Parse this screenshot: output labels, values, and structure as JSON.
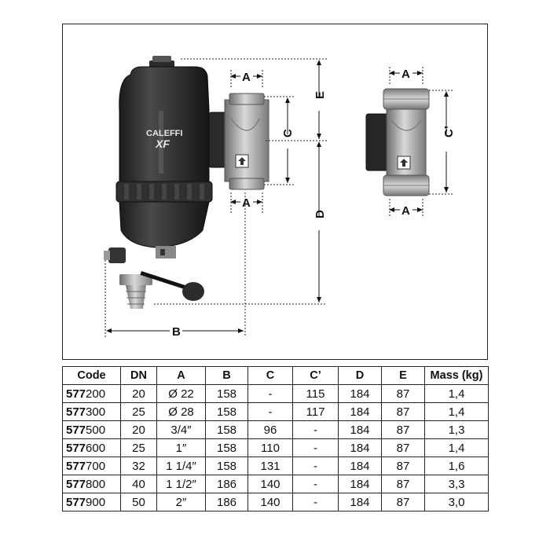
{
  "drawing": {
    "brand": "CALEFFI",
    "model": "XF",
    "labels": {
      "a_top": "A",
      "a_bottom": "A",
      "a_right_top": "A",
      "a_right_bottom": "A",
      "b": "B",
      "c": "C",
      "c_prime": "C’",
      "d": "D",
      "e": "E"
    }
  },
  "table": {
    "headers": [
      "Code",
      "DN",
      "A",
      "B",
      "C",
      "C’",
      "D",
      "E",
      "Mass (kg)"
    ],
    "rows": [
      {
        "code_prefix": "577",
        "code_suffix": "200",
        "dn": "20",
        "a": "Ø 22",
        "b": "158",
        "c": "-",
        "c_prime": "115",
        "d": "184",
        "e": "87",
        "mass": "1,4"
      },
      {
        "code_prefix": "577",
        "code_suffix": "300",
        "dn": "25",
        "a": "Ø 28",
        "b": "158",
        "c": "-",
        "c_prime": "117",
        "d": "184",
        "e": "87",
        "mass": "1,4"
      },
      {
        "code_prefix": "577",
        "code_suffix": "500",
        "dn": "20",
        "a": "3/4″",
        "b": "158",
        "c": "96",
        "c_prime": "-",
        "d": "184",
        "e": "87",
        "mass": "1,3"
      },
      {
        "code_prefix": "577",
        "code_suffix": "600",
        "dn": "25",
        "a": "1″",
        "b": "158",
        "c": "110",
        "c_prime": "-",
        "d": "184",
        "e": "87",
        "mass": "1,4"
      },
      {
        "code_prefix": "577",
        "code_suffix": "700",
        "dn": "32",
        "a": "1 1/4″",
        "b": "158",
        "c": "131",
        "c_prime": "-",
        "d": "184",
        "e": "87",
        "mass": "1,6"
      },
      {
        "code_prefix": "577",
        "code_suffix": "800",
        "dn": "40",
        "a": "1 1/2″",
        "b": "186",
        "c": "140",
        "c_prime": "-",
        "d": "184",
        "e": "87",
        "mass": "3,3"
      },
      {
        "code_prefix": "577",
        "code_suffix": "900",
        "dn": "50",
        "a": "2″",
        "b": "186",
        "c": "140",
        "c_prime": "-",
        "d": "184",
        "e": "87",
        "mass": "3,0"
      }
    ]
  }
}
